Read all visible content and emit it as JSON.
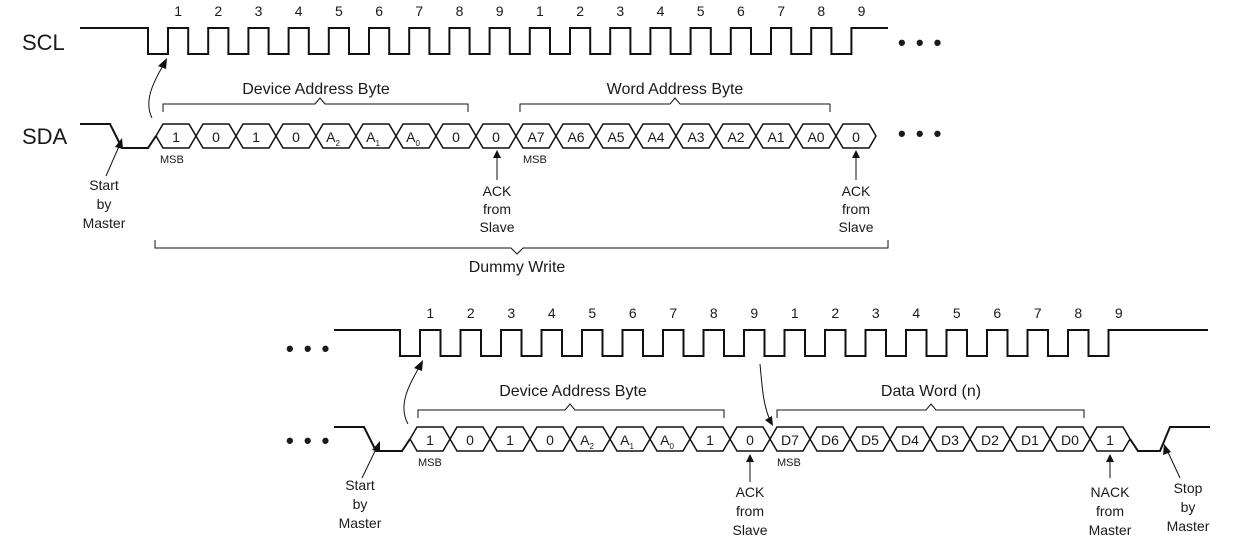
{
  "signals": {
    "scl": "SCL",
    "sda": "SDA"
  },
  "continuation": "• • •",
  "top": {
    "clock_numbers": [
      "1",
      "2",
      "3",
      "4",
      "5",
      "6",
      "7",
      "8",
      "9",
      "1",
      "2",
      "3",
      "4",
      "5",
      "6",
      "7",
      "8",
      "9"
    ],
    "device_address_label": "Device Address Byte",
    "word_address_label": "Word Address Byte",
    "device_bits": [
      {
        "main": "1"
      },
      {
        "main": "0"
      },
      {
        "main": "1"
      },
      {
        "main": "0"
      },
      {
        "main": "A",
        "sub": "2"
      },
      {
        "main": "A",
        "sub": "1"
      },
      {
        "main": "A",
        "sub": "0"
      },
      {
        "main": "0"
      },
      {
        "main": "0"
      }
    ],
    "word_bits": [
      {
        "main": "A7"
      },
      {
        "main": "A6"
      },
      {
        "main": "A5"
      },
      {
        "main": "A4"
      },
      {
        "main": "A3"
      },
      {
        "main": "A2"
      },
      {
        "main": "A1"
      },
      {
        "main": "A0"
      },
      {
        "main": "0"
      }
    ],
    "msb_label": "MSB",
    "start_label": [
      "Start",
      "by",
      "Master"
    ],
    "ack_label": [
      "ACK",
      "from",
      "Slave"
    ],
    "dummy_write_label": "Dummy Write"
  },
  "bottom": {
    "clock_numbers": [
      "1",
      "2",
      "3",
      "4",
      "5",
      "6",
      "7",
      "8",
      "9",
      "1",
      "2",
      "3",
      "4",
      "5",
      "6",
      "7",
      "8",
      "9"
    ],
    "device_address_label": "Device Address Byte",
    "data_word_label": "Data Word (n)",
    "device_bits": [
      {
        "main": "1"
      },
      {
        "main": "0"
      },
      {
        "main": "1"
      },
      {
        "main": "0"
      },
      {
        "main": "A",
        "sub": "2"
      },
      {
        "main": "A",
        "sub": "1"
      },
      {
        "main": "A",
        "sub": "0"
      },
      {
        "main": "1"
      },
      {
        "main": "0"
      }
    ],
    "data_bits": [
      {
        "main": "D7"
      },
      {
        "main": "D6"
      },
      {
        "main": "D5"
      },
      {
        "main": "D4"
      },
      {
        "main": "D3"
      },
      {
        "main": "D2"
      },
      {
        "main": "D1"
      },
      {
        "main": "D0"
      },
      {
        "main": "1"
      }
    ],
    "msb_label": "MSB",
    "start_label": [
      "Start",
      "by",
      "Master"
    ],
    "ack_label": [
      "ACK",
      "from",
      "Slave"
    ],
    "nack_label": [
      "NACK",
      "from",
      "Master"
    ],
    "stop_label": [
      "Stop",
      "by",
      "Master"
    ]
  }
}
